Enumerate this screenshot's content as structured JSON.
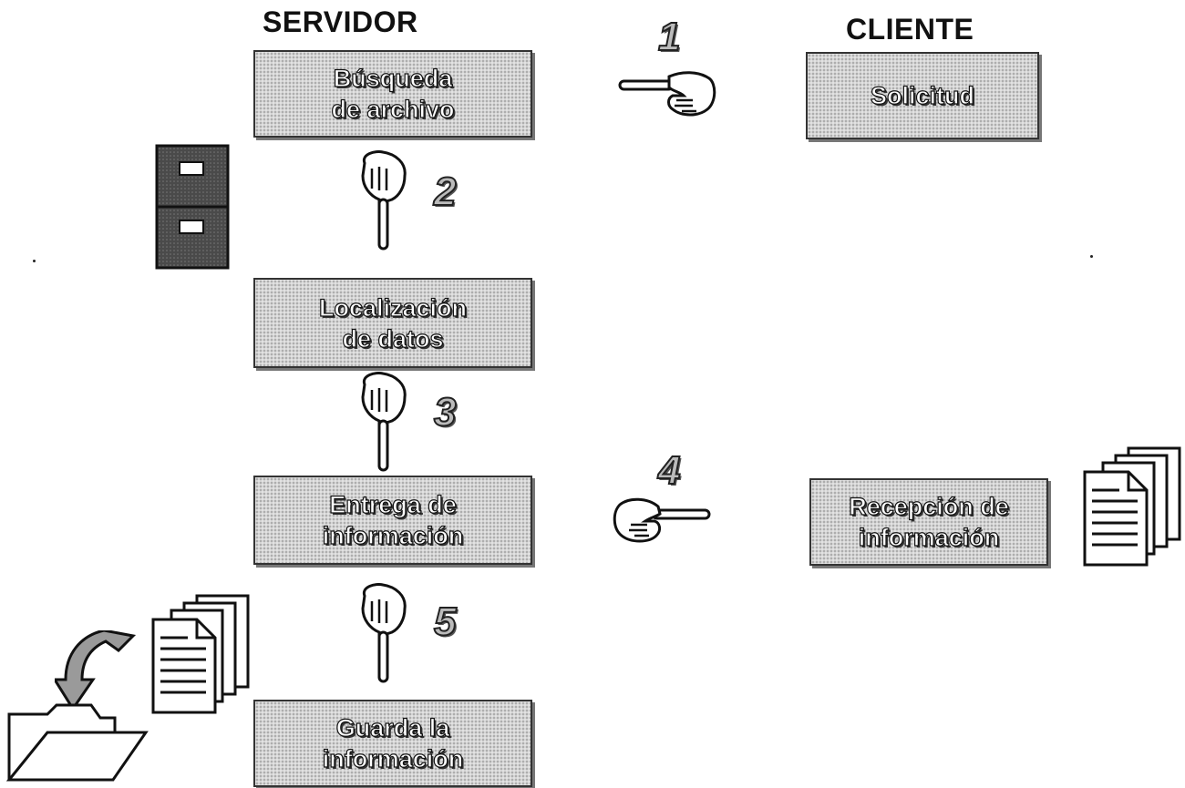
{
  "headings": {
    "server": "SERVIDOR",
    "client": "CLIENTE"
  },
  "boxes": {
    "search_file": [
      "Búsqueda",
      "de archivo"
    ],
    "request": [
      "Solicitud"
    ],
    "data_location": [
      "Localización",
      "de  datos"
    ],
    "delivery": [
      "Entrega de",
      "información"
    ],
    "reception": [
      "Recepción de",
      "información"
    ],
    "save": [
      "Guarda  la",
      "información"
    ]
  },
  "steps": [
    "1",
    "2",
    "3",
    "4",
    "5"
  ],
  "icons": [
    "pointing-hand-left-icon",
    "pointing-hand-down-icon",
    "file-cabinet-icon",
    "document-stack-icon",
    "curved-arrow-icon",
    "open-folder-icon"
  ]
}
